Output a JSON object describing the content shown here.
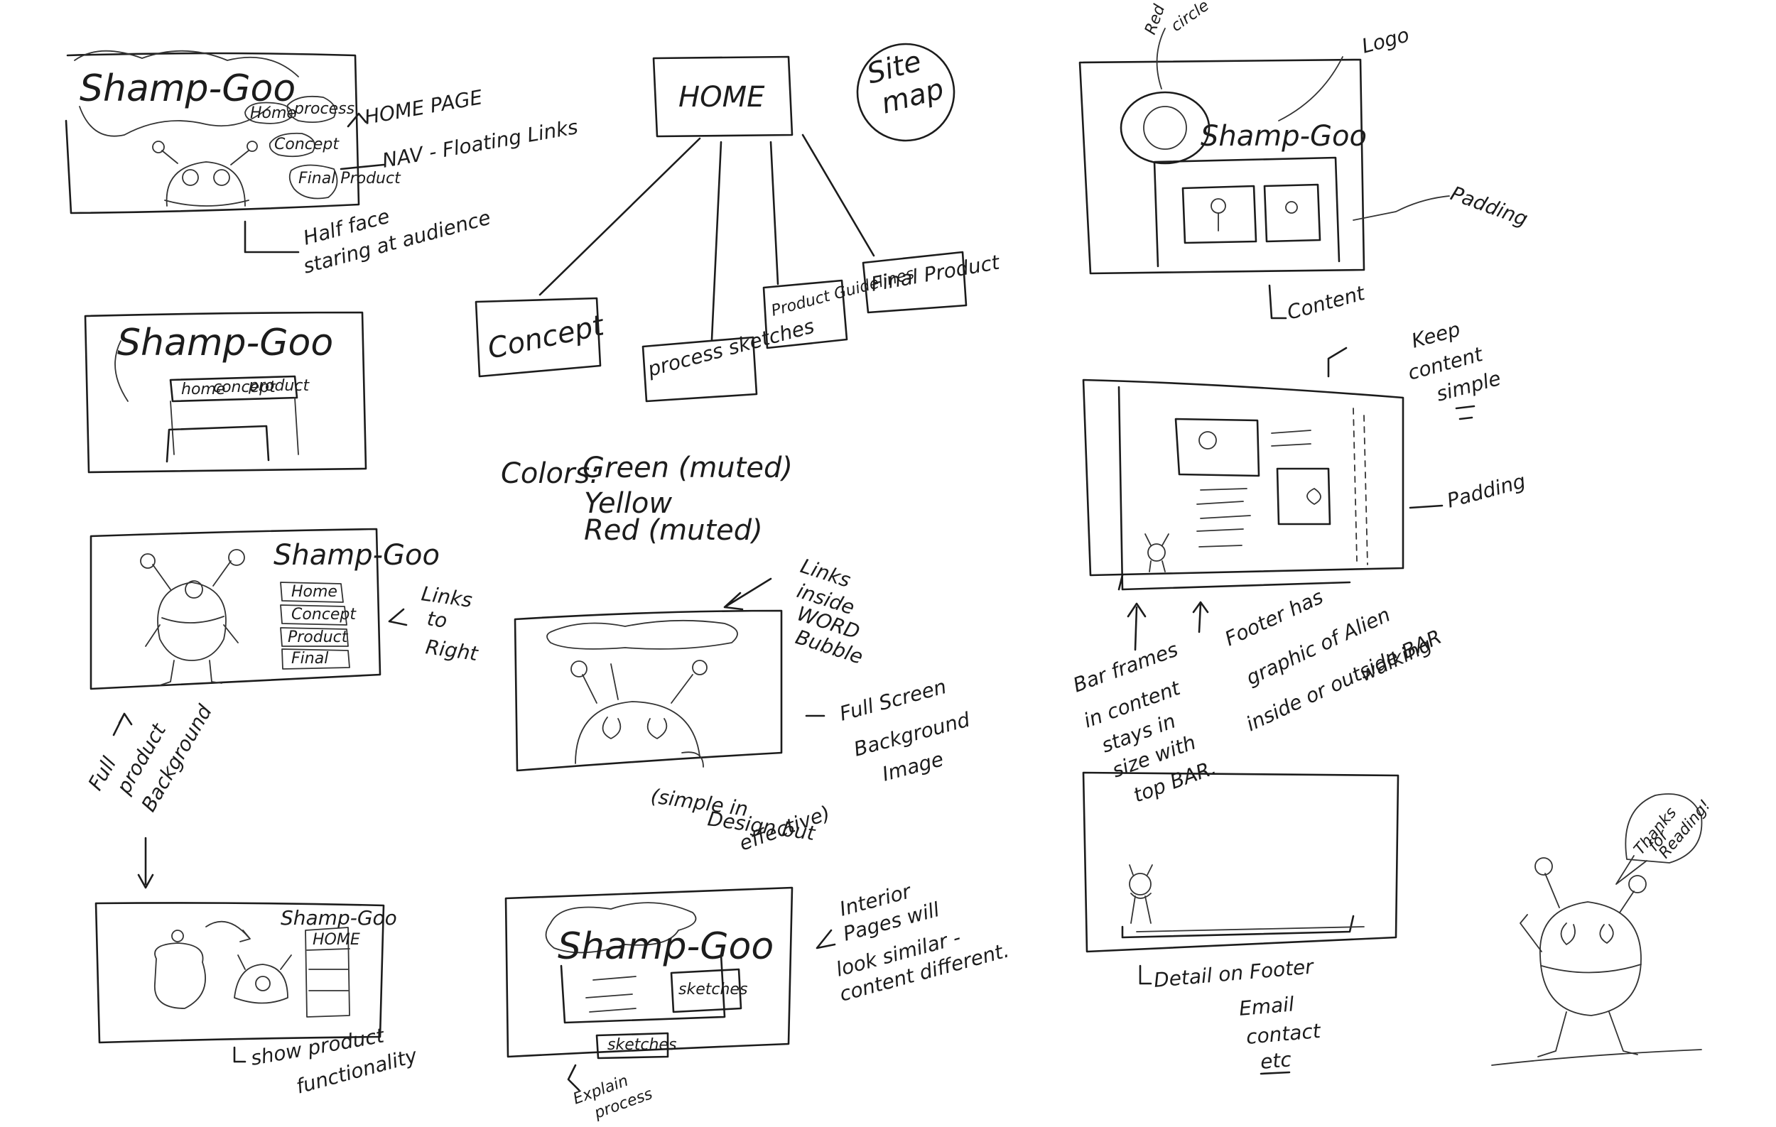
{
  "sitemap": {
    "title_line1": "Site",
    "title_line2": "map",
    "home": "HOME",
    "children": [
      "Concept",
      "process sketches",
      "Product Guidelines",
      "Final Product"
    ]
  },
  "colors_note": {
    "label": "Colors:",
    "items": [
      "Green (muted)",
      "Yellow",
      "Red (muted)"
    ]
  },
  "sketch1": {
    "logo": "Shamp-Goo",
    "nav": [
      "Home",
      "process",
      "Concept",
      "Final Product"
    ],
    "ann_home": "HOME PAGE",
    "ann_nav": "NAV - Floating Links",
    "ann_face_1": "Half face",
    "ann_face_2": "staring at audience"
  },
  "sketch2": {
    "logo": "Shamp-Goo",
    "nav": [
      "home",
      "concept",
      "product"
    ]
  },
  "sketch3": {
    "logo": "Shamp-Goo",
    "nav": [
      "Home",
      "Concept",
      "Product",
      "Final"
    ],
    "ann_links_1": "Links",
    "ann_links_2": "to",
    "ann_links_3": "Right",
    "ann_bg_1": "Full",
    "ann_bg_2": "product",
    "ann_bg_3": "Background"
  },
  "sketch4": {
    "logo": "Shamp-Goo",
    "nav": "HOME",
    "ann_1": "show product",
    "ann_2": "functionality"
  },
  "sketch5": {
    "ann_links_1": "Links",
    "ann_links_2": "inside",
    "ann_links_3": "WORD",
    "ann_links_4": "Bubble",
    "ann_full_1": "Full Screen",
    "ann_full_2": "Background",
    "ann_full_3": "Image",
    "ann_simple_1": "(simple in",
    "ann_simple_2": "Design but",
    "ann_simple_3": "effective)"
  },
  "sketch6": {
    "logo": "Shamp-Goo",
    "box": "sketches",
    "tab": "sketches",
    "ann_interior_1": "Interior",
    "ann_interior_2": "Pages will",
    "ann_interior_3": "look similar -",
    "ann_interior_4": "content different.",
    "ann_explain_1": "Explain",
    "ann_explain_2": "process"
  },
  "sketch7": {
    "logo": "Shamp-Goo",
    "ann_red_1": "Red",
    "ann_red_2": "circle",
    "ann_logo": "Logo",
    "ann_padding": "Padding",
    "ann_content": "Content"
  },
  "sketch8": {
    "ann_keep_1": "Keep",
    "ann_keep_2": "content",
    "ann_keep_3": "simple",
    "ann_padding": "Padding",
    "ann_bar_1": "Bar frames",
    "ann_bar_2": "in content",
    "ann_bar_3": "stays in",
    "ann_bar_4": "size with",
    "ann_bar_5": "top BAR.",
    "ann_footer_1": "Footer has",
    "ann_footer_2": "graphic of Alien",
    "ann_footer_3": "walking",
    "ann_footer_4": "inside or outside BAR"
  },
  "sketch9": {
    "ann_1": "Detail on Footer",
    "ann_2": "Email",
    "ann_3": "contact",
    "ann_4": "etc"
  },
  "mascot": {
    "bubble_1": "Thanks",
    "bubble_2": "for",
    "bubble_3": "Reading!"
  }
}
